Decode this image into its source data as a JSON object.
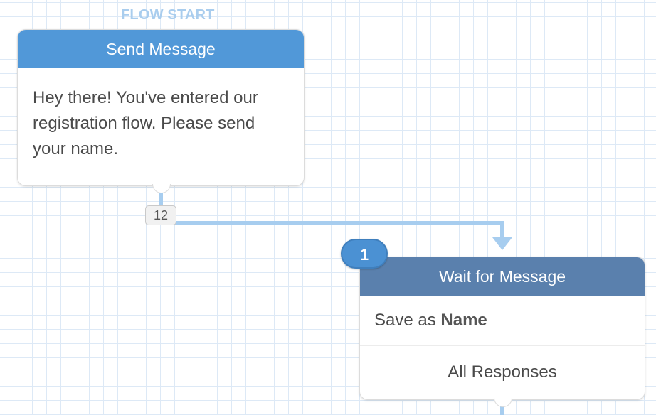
{
  "canvas": {
    "flow_start_label": "FLOW START",
    "colors": {
      "grid": "#dde9f6",
      "wire": "#a7cdef",
      "send_header": "#5198d8",
      "wait_header": "#5a80ad",
      "step_badge": "#4b91d3"
    }
  },
  "nodes": {
    "send_message": {
      "title": "Send Message",
      "text": "Hey there! You've entered our registration flow. Please send your name."
    },
    "wait_for_message": {
      "title": "Wait for Message",
      "save_prefix": "Save as",
      "save_variable": "Name",
      "category": "All Responses"
    }
  },
  "connection": {
    "count": "12"
  },
  "step_badge": {
    "number": "1"
  }
}
